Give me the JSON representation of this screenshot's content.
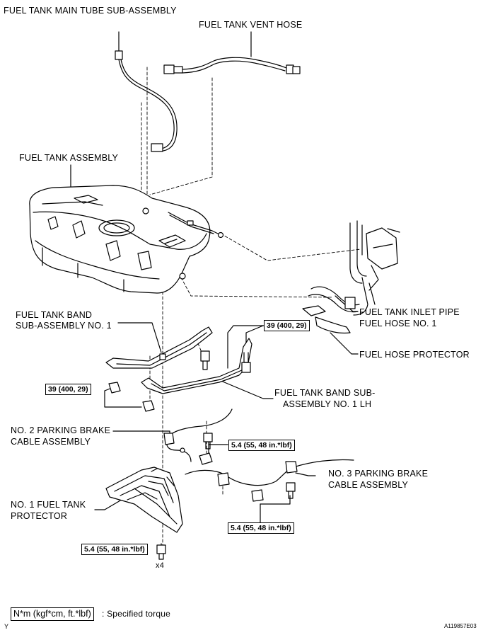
{
  "labels": {
    "main_tube": "FUEL TANK MAIN TUBE SUB-ASSEMBLY",
    "vent_hose": "FUEL TANK VENT HOSE",
    "tank_assembly": "FUEL TANK ASSEMBLY",
    "band_no1_line1": "FUEL TANK BAND",
    "band_no1_line2": "SUB-ASSEMBLY NO. 1",
    "inlet_pipe_line1": "FUEL TANK INLET PIPE",
    "inlet_pipe_line2": "FUEL HOSE NO. 1",
    "hose_protector": "FUEL HOSE PROTECTOR",
    "band_lh_line1": "FUEL TANK BAND SUB-",
    "band_lh_line2": "ASSEMBLY NO. 1 LH",
    "pb2_line1": "NO. 2 PARKING BRAKE",
    "pb2_line2": "CABLE ASSEMBLY",
    "pb3_line1": "NO. 3 PARKING BRAKE",
    "pb3_line2": "CABLE ASSEMBLY",
    "protector_line1": "NO. 1 FUEL TANK",
    "protector_line2": "PROTECTOR"
  },
  "torques": {
    "band_right": "39 (400, 29)",
    "band_left": "39 (400, 29)",
    "pb2": "5.4 (55, 48 in.*lbf)",
    "pb3": "5.4 (55, 48 in.*lbf)",
    "protector": "5.4 (55, 48 in.*lbf)"
  },
  "quantity": "x4",
  "legend": {
    "unit": "N*m (kgf*cm, ft.*lbf)",
    "text": ": Specified torque"
  },
  "figure_id": "A119857E03",
  "corner_mark": "Y"
}
